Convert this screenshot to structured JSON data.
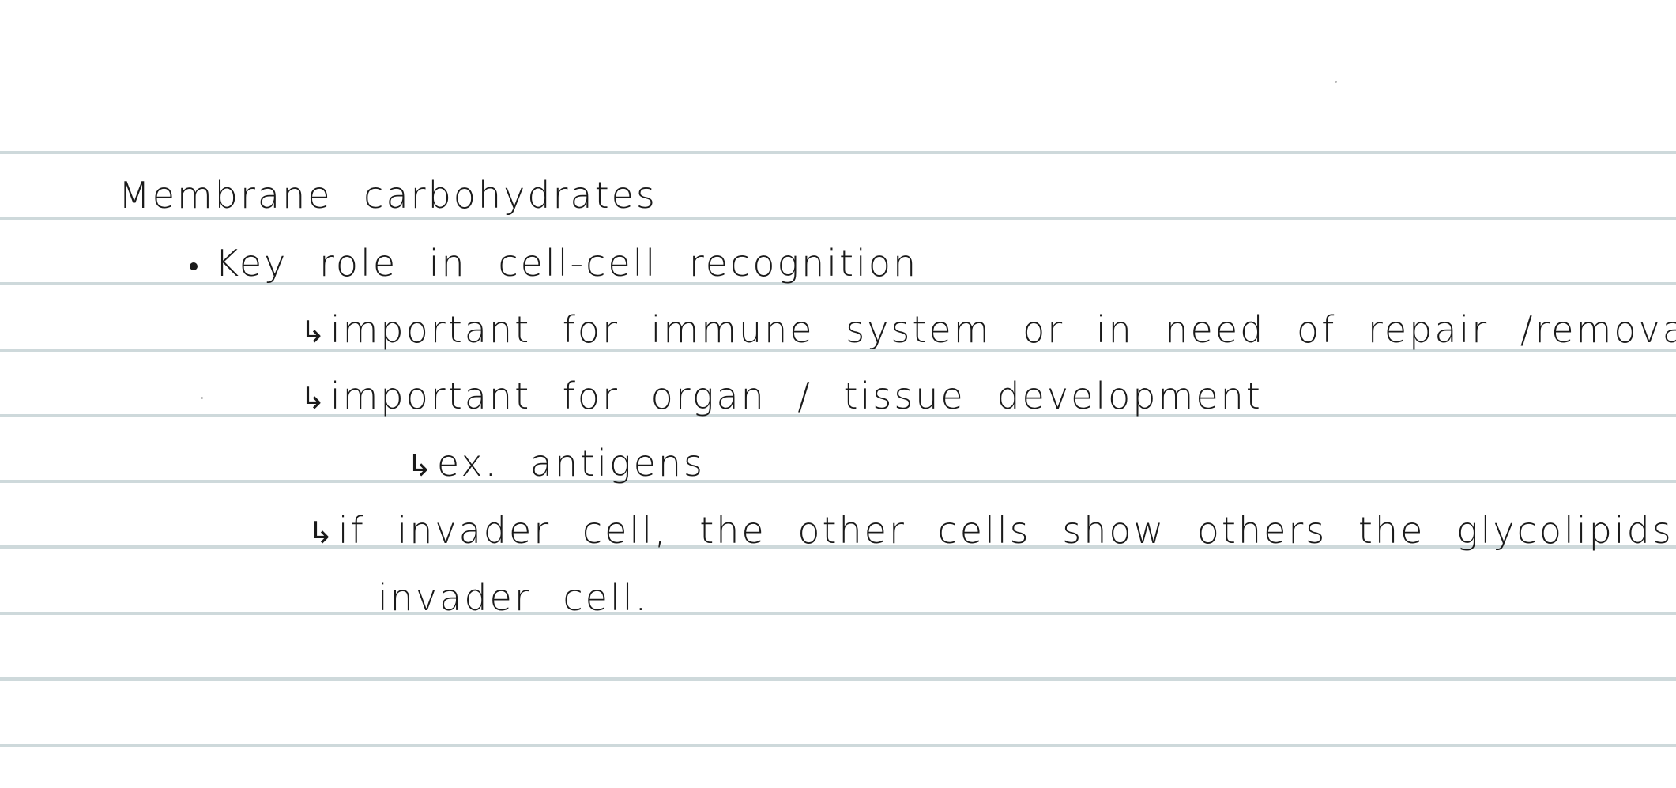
{
  "notes": {
    "heading": "Membrane carbohydrates",
    "bullet_1": "Key role in cell-cell recognition",
    "sub_1": "important for immune system or in need of repair /removal",
    "sub_2": "important for organ / tissue development",
    "sub_2_example": "ex. antigens",
    "sub_3_line_1": "if invader cell, the other cells show others the glycolipids of",
    "sub_3_line_2": "invader cell."
  },
  "colors": {
    "paper": "#ffffff",
    "ruled_line": "#c9d5d7",
    "ink": "#1a1a1a"
  },
  "icons": {
    "bullet": "filled-dot",
    "sub_item_marker": "hooked-arrow"
  }
}
